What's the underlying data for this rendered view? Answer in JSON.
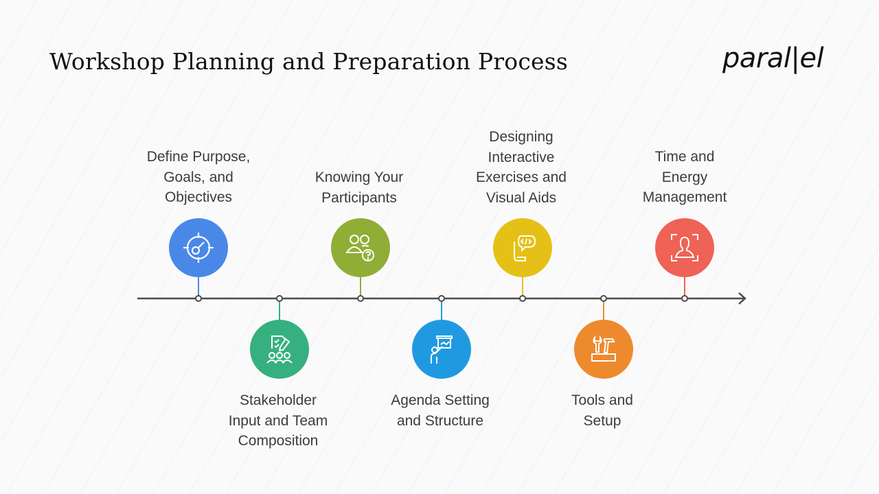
{
  "title": "Workshop Planning and Preparation Process",
  "logo": "paral|el",
  "steps": [
    {
      "label": "Define Purpose, Goals, and Objectives",
      "lines": [
        "Define Purpose,",
        "Goals, and",
        "Objectives"
      ],
      "position": "above",
      "color": "#4a88e8",
      "icon": "target-key-icon"
    },
    {
      "label": "Stakeholder Input and Team Composition",
      "lines": [
        "Stakeholder",
        "Input and Team",
        "Composition"
      ],
      "position": "below",
      "color": "#36b07f",
      "icon": "team-checklist-icon"
    },
    {
      "label": "Knowing Your Participants",
      "lines": [
        "Knowing Your",
        "Participants"
      ],
      "position": "above",
      "color": "#8fae36",
      "icon": "users-question-icon"
    },
    {
      "label": "Agenda Setting and Structure",
      "lines": [
        "Agenda Setting",
        "and Structure"
      ],
      "position": "below",
      "color": "#1f9ae0",
      "icon": "presenter-board-icon"
    },
    {
      "label": "Designing Interactive Exercises and Visual Aids",
      "lines": [
        "Designing",
        "Interactive",
        "Exercises and",
        "Visual Aids"
      ],
      "position": "above",
      "color": "#e5c117",
      "icon": "code-chat-icon"
    },
    {
      "label": "Tools and Setup",
      "lines": [
        "Tools and",
        "Setup"
      ],
      "position": "below",
      "color": "#ee8a2e",
      "icon": "toolbox-icon"
    },
    {
      "label": "Time and Energy Management",
      "lines": [
        "Time and",
        "Energy",
        "Management"
      ],
      "position": "above",
      "color": "#ef6256",
      "icon": "person-focus-icon"
    }
  ]
}
